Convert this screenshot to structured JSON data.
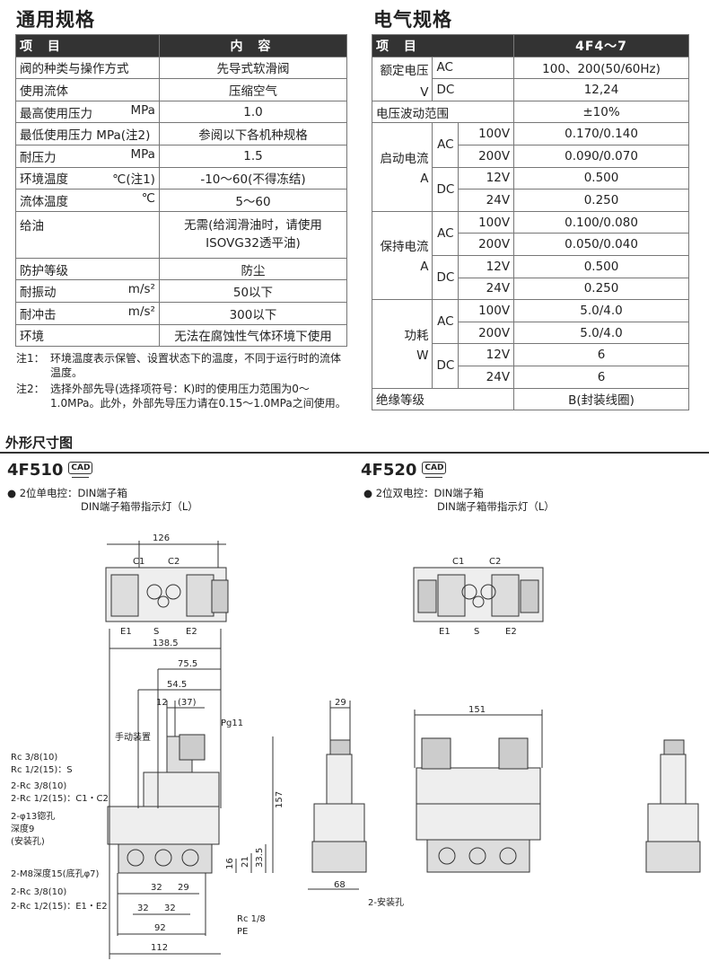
{
  "general": {
    "title": "通用规格",
    "header_item": "项 目",
    "header_content": "内 容",
    "rows": [
      {
        "label": "阀的种类与操作方式",
        "unit": "",
        "value": "先导式软滑阀"
      },
      {
        "label": "使用流体",
        "unit": "",
        "value": "压缩空气"
      },
      {
        "label": "最高使用压力",
        "unit": "MPa",
        "value": "1.0"
      },
      {
        "label": "最低使用压力 MPa(注2)",
        "unit": "",
        "value": "参阅以下各机种规格"
      },
      {
        "label": "耐压力",
        "unit": "MPa",
        "value": "1.5"
      },
      {
        "label": "环境温度",
        "unit": "℃(注1)",
        "value": "-10～60(不得冻结)"
      },
      {
        "label": "流体温度",
        "unit": "℃",
        "value": "5～60"
      },
      {
        "label": "给油",
        "unit": "",
        "value": "无需(给润滑油时，请使用ISOVG32透平油)"
      },
      {
        "label": "防护等级",
        "unit": "",
        "value": "防尘"
      },
      {
        "label": "耐振动",
        "unit": "m/s²",
        "value": "50以下"
      },
      {
        "label": "耐冲击",
        "unit": "m/s²",
        "value": "300以下"
      },
      {
        "label": "环境",
        "unit": "",
        "value": "无法在腐蚀性气体环境下使用"
      }
    ],
    "notes": [
      {
        "key": "注1：",
        "text": "环境温度表示保管、设置状态下的温度，不同于运行时的流体温度。"
      },
      {
        "key": "注2：",
        "text": "选择外部先导(选择项符号：K)时的使用压力范围为0～1.0MPa。此外，外部先导压力请在0.15～1.0MPa之间使用。"
      }
    ]
  },
  "electrical": {
    "title": "电气规格",
    "header_item": "项 目",
    "header_model": "4F4～7",
    "rated_voltage": {
      "label": "额定电压",
      "unit": "V",
      "ac": "AC",
      "ac_value": "100、200(50/60Hz)",
      "dc": "DC",
      "dc_value": "12,24"
    },
    "fluctuation": {
      "label": "电压波动范围",
      "value": "±10%"
    },
    "starting_current": {
      "label": "启动电流",
      "unit": "A",
      "ac": "AC",
      "dc": "DC",
      "rows": [
        {
          "v": "100V",
          "val": "0.170/0.140"
        },
        {
          "v": "200V",
          "val": "0.090/0.070"
        },
        {
          "v": "12V",
          "val": "0.500"
        },
        {
          "v": "24V",
          "val": "0.250"
        }
      ]
    },
    "holding_current": {
      "label": "保持电流",
      "unit": "A",
      "ac": "AC",
      "dc": "DC",
      "rows": [
        {
          "v": "100V",
          "val": "0.100/0.080"
        },
        {
          "v": "200V",
          "val": "0.050/0.040"
        },
        {
          "v": "12V",
          "val": "0.500"
        },
        {
          "v": "24V",
          "val": "0.250"
        }
      ]
    },
    "power": {
      "label": "功耗",
      "unit": "W",
      "ac": "AC",
      "dc": "DC",
      "rows": [
        {
          "v": "100V",
          "val": "5.0/4.0"
        },
        {
          "v": "200V",
          "val": "5.0/4.0"
        },
        {
          "v": "12V",
          "val": "6"
        },
        {
          "v": "24V",
          "val": "6"
        }
      ]
    },
    "insulation": {
      "label": "绝缘等级",
      "value": "B(封装线圈)"
    }
  },
  "dimensions": {
    "title": "外形尺寸图",
    "cad_label": "CAD",
    "left": {
      "model": "4F510",
      "bullet": "●",
      "line1": "2位单电控：DIN端子箱",
      "line2": "DIN端子箱带指示灯（L）"
    },
    "right": {
      "model": "4F520",
      "bullet": "●",
      "line1": "2位双电控：DIN端子箱",
      "line2": "DIN端子箱带指示灯（L）"
    },
    "labels": {
      "d126": "126",
      "c1": "C1",
      "c2": "C2",
      "e1": "E1",
      "s": "S",
      "e2": "E2",
      "d138": "138.5",
      "d75": "75.5",
      "d54": "54.5",
      "d12": "12",
      "d37": "(37)",
      "pg": "Pg11",
      "manual": "手动装置",
      "rc1": "Rc 3/8(10)",
      "rc2": "Rc 1/2(15)：S",
      "rc3": "2-Rc 3/8(10)",
      "rc4": "2-Rc 1/2(15)：C1・C2",
      "hole1": "2-φ13锪孔",
      "hole2": "深度9",
      "hole3": "(安装孔)",
      "m8": "2-M8深度15(底孔φ7)",
      "rc5": "2-Rc 3/8(10)",
      "rc6": "2-Rc 1/2(15)：E1・E2",
      "d157": "157",
      "d335": "33.5",
      "d21": "21",
      "d16": "16",
      "d32a": "32",
      "d29": "29",
      "d32b": "32",
      "d32c": "32",
      "d92": "92",
      "d112": "112",
      "rc18": "Rc 1/8",
      "pe": "PE",
      "d29s": "29",
      "d68": "68",
      "mount": "2-安装孔",
      "d151": "151"
    }
  }
}
